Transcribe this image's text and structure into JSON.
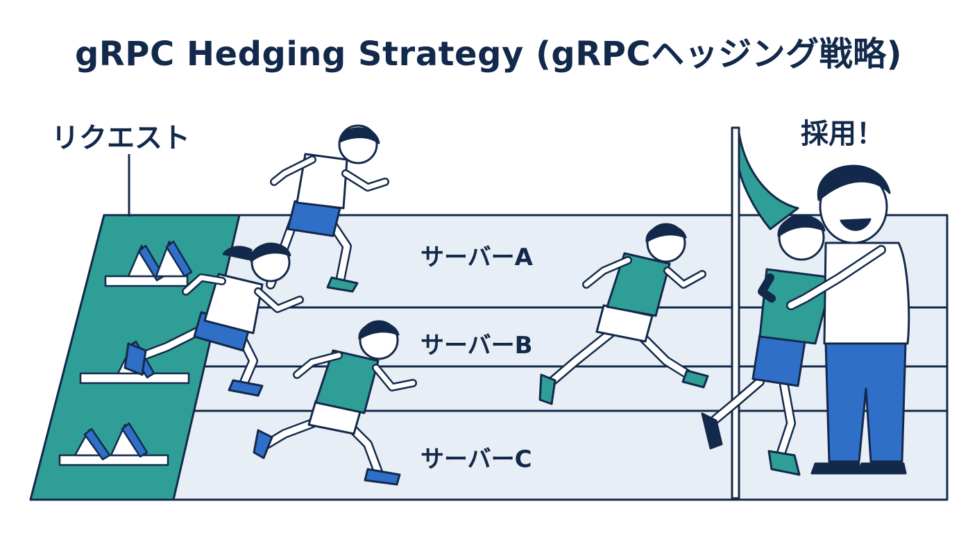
{
  "title": "gRPC Hedging Strategy (gRPCヘッジング戦略)",
  "request_label": "リクエスト",
  "adopted_label": "採用！",
  "lanes": [
    {
      "label": "サーバーA"
    },
    {
      "label": "サーバーB"
    },
    {
      "label": "サーバーC"
    }
  ],
  "colors": {
    "navy": "#13294b",
    "teal": "#2e9e96",
    "blue": "#2f6fc8",
    "lane_fill": "#e8eef6",
    "shirt_white": "#ffffff"
  },
  "icons": [
    "starting-block-icon",
    "finish-flag-icon"
  ]
}
